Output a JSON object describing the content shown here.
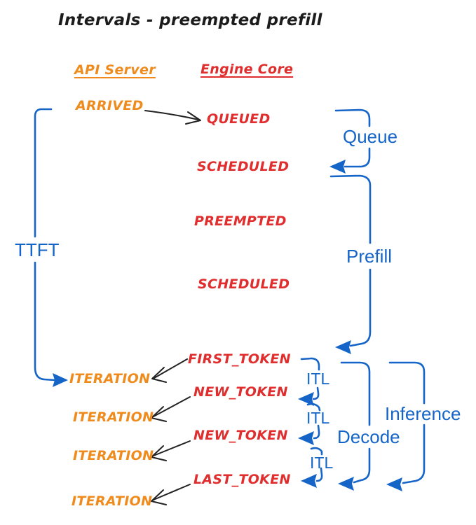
{
  "title": "Intervals - preempted prefill",
  "colors": {
    "api_server": "#ef8b1d",
    "engine_core": "#e02d2d",
    "interval": "#1565c8",
    "arrow": "#222222",
    "background": "#ffffff"
  },
  "columns": {
    "api_server": "API Server",
    "engine_core": "Engine Core"
  },
  "api_server": {
    "arrived": "ARRIVED",
    "iterations": [
      "ITERATION",
      "ITERATION",
      "ITERATION",
      "ITERATION"
    ]
  },
  "engine_core": {
    "queued": "QUEUED",
    "scheduled_1": "SCHEDULED",
    "preempted": "PREEMPTED",
    "scheduled_2": "SCHEDULED",
    "first_token": "FIRST_TOKEN",
    "new_token_1": "NEW_TOKEN",
    "new_token_2": "NEW_TOKEN",
    "last_token": "LAST_TOKEN"
  },
  "intervals": {
    "ttft": "TTFT",
    "queue": "Queue",
    "prefill": "Prefill",
    "itl": [
      "ITL",
      "ITL",
      "ITL"
    ],
    "decode": "Decode",
    "inference": "Inference"
  }
}
